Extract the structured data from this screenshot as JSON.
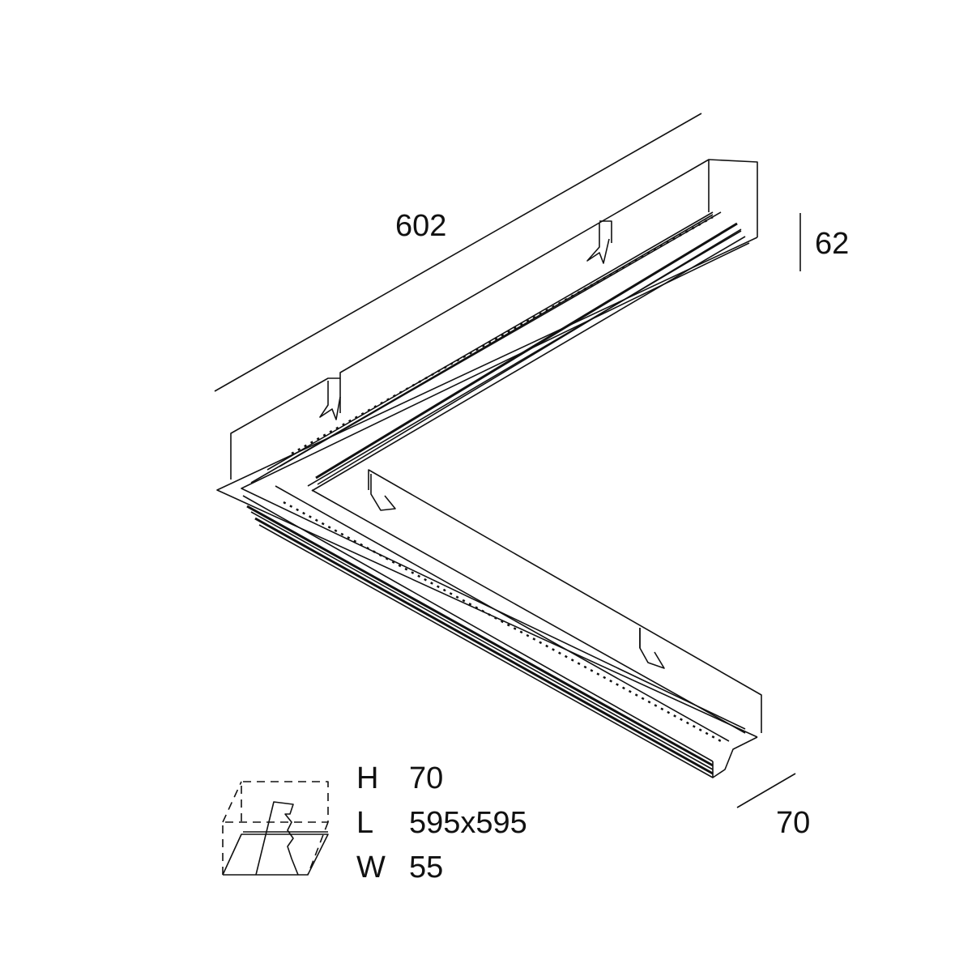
{
  "dimensions": {
    "length": "602",
    "height": "62",
    "width": "70"
  },
  "specs": [
    {
      "key": "H",
      "value": "70"
    },
    {
      "key": "L",
      "value": "595x595"
    },
    {
      "key": "W",
      "value": "55"
    }
  ],
  "colors": {
    "line": "#111111",
    "background": "#ffffff"
  }
}
